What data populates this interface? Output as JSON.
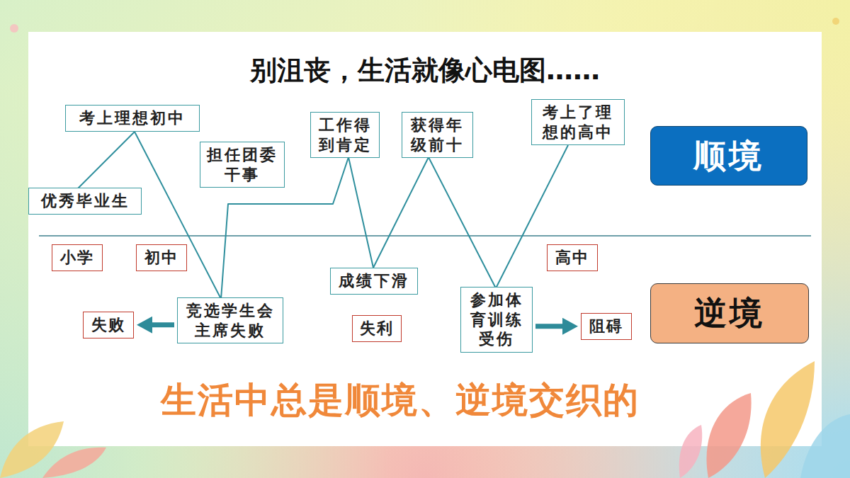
{
  "diagram": {
    "title": "别沮丧，生活就像心电图……",
    "caption": "生活中总是顺境、逆境交织的",
    "nodes": [
      {
        "text": [
          "考上理想初中"
        ]
      },
      {
        "text": [
          "工作得 到肯定"
        ]
      },
      {
        "text": [
          "获得年 级前十"
        ]
      },
      {
        "text": [
          "考上了理 想的高中"
        ]
      },
      {
        "text": [
          "顺境"
        ]
      },
      {
        "text": [
          "担任团委 干事"
        ]
      },
      {
        "text": [
          "优秀毕业生"
        ]
      },
      {
        "text": [
          "小学"
        ]
      },
      {
        "text": [
          "初中"
        ]
      },
      {
        "text": [
          "高中"
        ]
      },
      {
        "text": [
          "成绩下滑"
        ]
      },
      {
        "text": [
          "竞选学生会 主席失败"
        ]
      },
      {
        "text": [
          "参加体 育训练 受伤"
        ]
      },
      {
        "text": [
          "逆境"
        ]
      },
      {
        "text": [
          "失败"
        ]
      },
      {
        "text": [
          "失利"
        ]
      },
      {
        "text": [
          "阻碍"
        ]
      }
    ],
    "edges": [
      {
        "from": 11,
        "to": 14,
        "arrow": "to"
      },
      {
        "from": 12,
        "to": 16,
        "arrow": "to"
      }
    ]
  }
}
